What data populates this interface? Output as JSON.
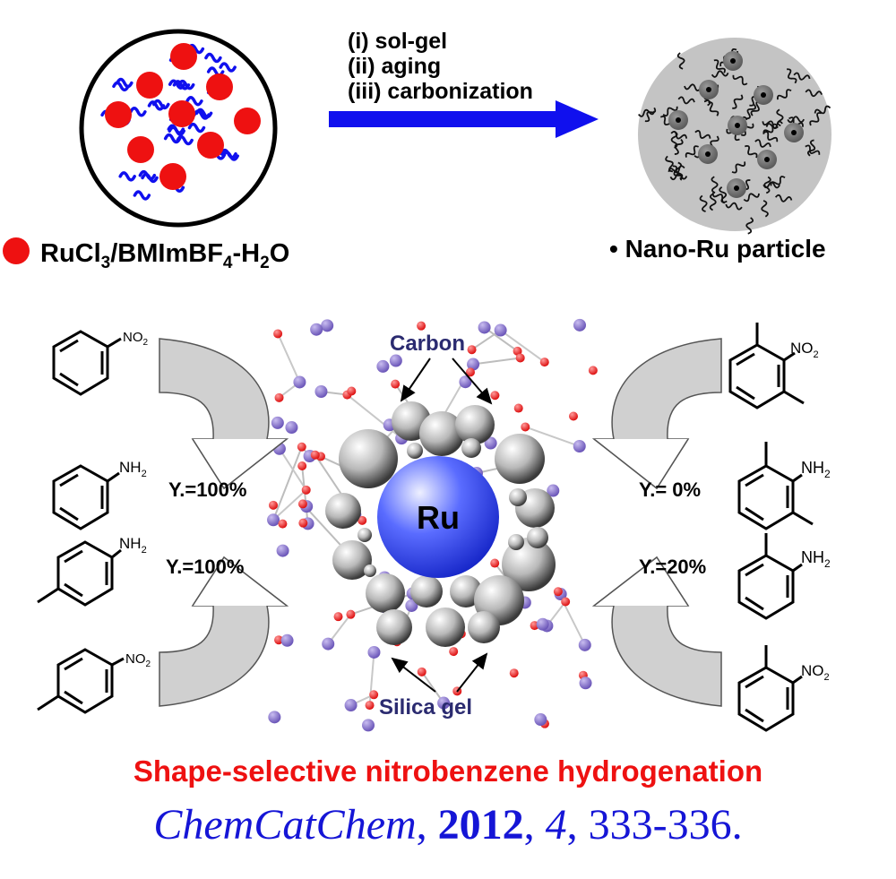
{
  "steps": [
    "(i)   sol-gel",
    "(ii)  aging",
    "(iii) carbonization"
  ],
  "legend_left": {
    "main": "RuCl",
    "sub1": "3",
    "mid": "/BMImBF",
    "sub2": "4",
    "tail": "-H",
    "sub3": "2",
    "end": "O"
  },
  "legend_right": "• Nano-Ru particle",
  "labels": {
    "carbon": "Carbon",
    "silica": "Silica gel",
    "ru": "Ru"
  },
  "yields": {
    "aniline": "Y.=100%",
    "toluidine": "Y.=100%",
    "dimethyl": "Y.= 0%",
    "methyl": "Y.=20%"
  },
  "groups": {
    "nitro": "NO",
    "nitro_sub": "2",
    "amine": "NH",
    "amine_sub": "2"
  },
  "title": "Shape-selective nitrobenzene hydrogenation",
  "citation": {
    "journal": "ChemCatChem",
    "sep1": ", ",
    "year": "2012",
    "sep2": ", ",
    "volume": "4",
    "pages": ", 333-336."
  },
  "colors": {
    "ru_blue": "#2b3cf0",
    "arrow_blue": "#1010ee",
    "red_dot": "#ee1111",
    "title_red": "#ee1111",
    "citation_blue": "#1515d6"
  }
}
